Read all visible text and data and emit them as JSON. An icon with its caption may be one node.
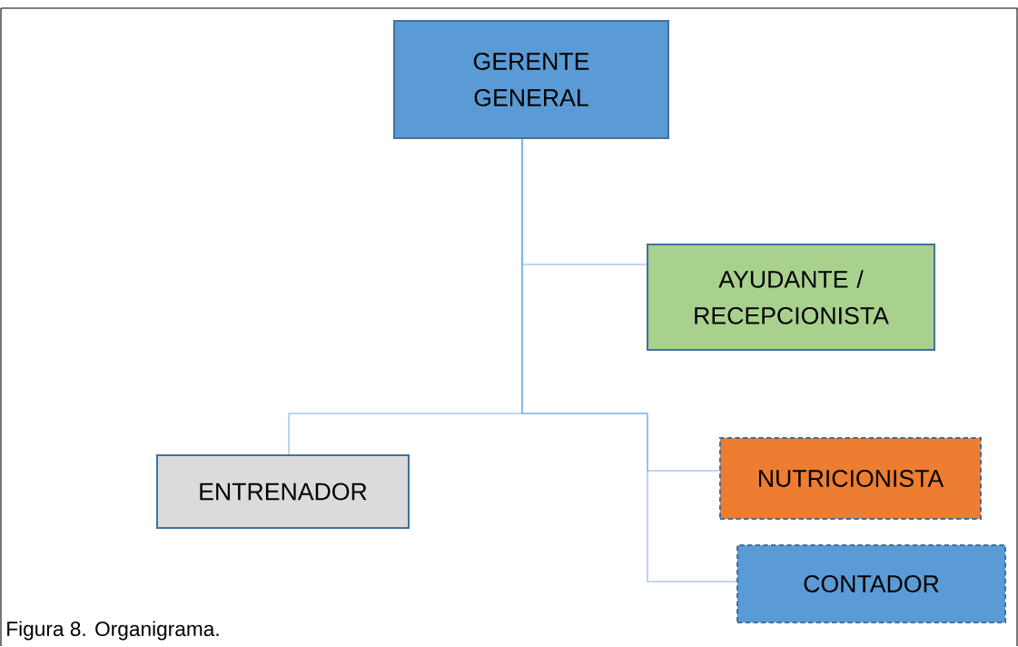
{
  "diagram": {
    "caption": "Figura 8. Organigrama.",
    "nodes": [
      {
        "text": [
          "GERENTE GENERAL"
        ]
      },
      {
        "text": [
          "AYUDANTE / RECEPCIONISTA"
        ]
      },
      {
        "text": [
          "ENTRENADOR"
        ]
      },
      {
        "text": [
          "NUTRICIONISTA"
        ]
      },
      {
        "text": [
          "CONTADOR"
        ]
      }
    ],
    "edges": [
      {
        "from": 0,
        "to": 1,
        "arrow": "none"
      },
      {
        "from": 0,
        "to": 2,
        "arrow": "none"
      },
      {
        "from": 0,
        "to": 3,
        "arrow": "none"
      },
      {
        "from": 0,
        "to": 4,
        "arrow": "none"
      }
    ]
  }
}
